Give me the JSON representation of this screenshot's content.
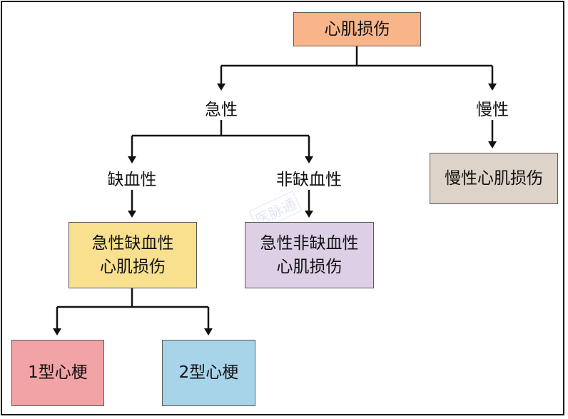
{
  "diagram": {
    "root": {
      "text": "心肌损伤",
      "color": "#f9b58a"
    },
    "branch_acute": "急性",
    "branch_chronic": "慢性",
    "branch_ischemic": "缺血性",
    "branch_nonischemic": "非缺血性",
    "chronic_box": {
      "text": "慢性心肌损伤",
      "color": "#ded3c8"
    },
    "acute_ischemic_box": {
      "line1": "急性缺血性",
      "line2": "心肌损伤",
      "color": "#f9e08f"
    },
    "acute_nonischemic_box": {
      "line1": "急性非缺血性",
      "line2": "心肌损伤",
      "color": "#ddd0e6"
    },
    "mi_type1": {
      "text": "1型心梗",
      "color": "#f2a3a6"
    },
    "mi_type2": {
      "text": "2型心梗",
      "color": "#a8d4ea"
    },
    "line_color": "#111111"
  }
}
